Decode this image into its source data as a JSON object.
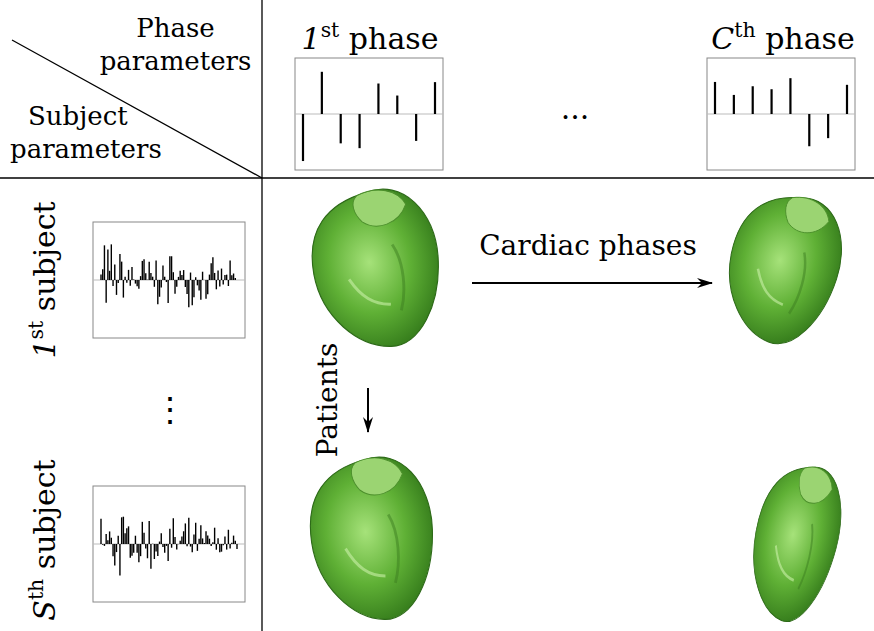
{
  "diagram": {
    "labels": [
      "Phase parameters",
      "Subject parameters",
      "1st phase",
      "...",
      "Cth phase",
      "1st subject",
      "⋮",
      "Sth subject",
      "Cardiac phases",
      "Patients"
    ]
  }
}
